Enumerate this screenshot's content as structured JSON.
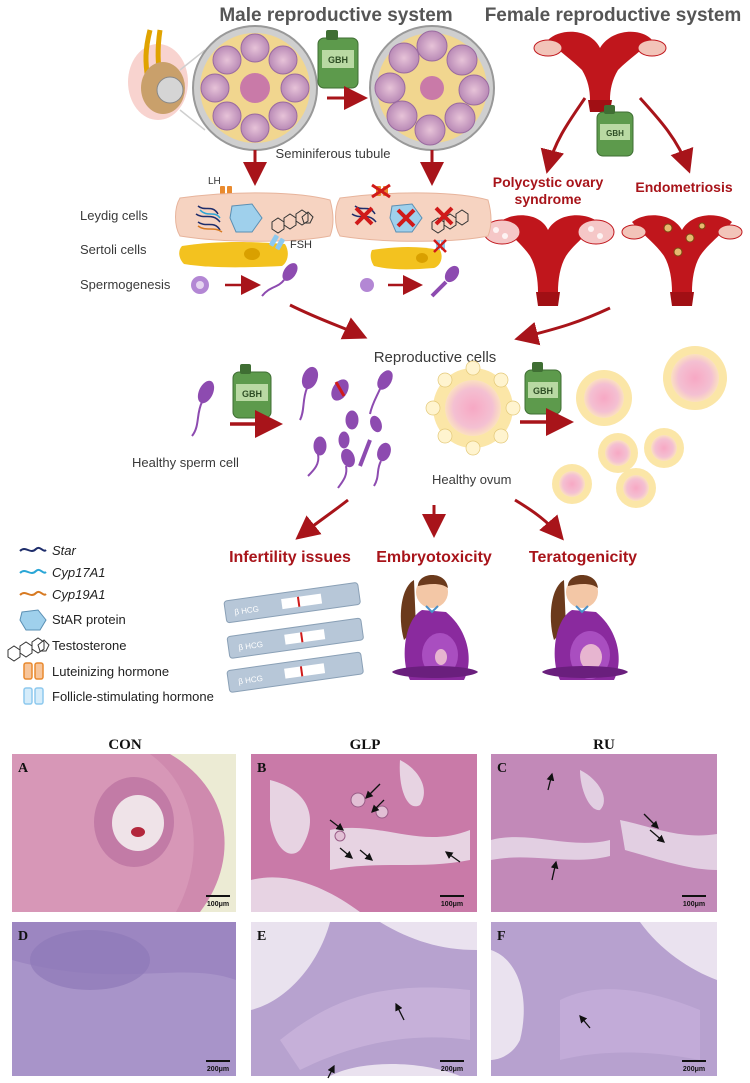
{
  "top": {
    "male_title": "Male reproductive system",
    "female_title": "Female reproductive system",
    "seminiferous": "Seminiferous tubule",
    "lh": "LH",
    "fsh": "FSH",
    "leydig": "Leydig cells",
    "sertoli": "Sertoli cells",
    "spermogenesis": "Spermogenesis",
    "pcos_line1": "Polycystic ovary",
    "pcos_line2": "syndrome",
    "endometriosis": "Endometriosis",
    "gbh": "GBH",
    "reproductive_cells": "Reproductive cells",
    "healthy_sperm": "Healthy sperm cell",
    "healthy_ovum": "Healthy ovum",
    "infertility": "Infertility issues",
    "embryotoxicity": "Embryotoxicity",
    "teratogenicity": "Teratogenicity",
    "hcg": "β HCG"
  },
  "legend": [
    {
      "label": "Star",
      "italic": true,
      "color": "#1e2d6b"
    },
    {
      "label": "Cyp17A1",
      "italic": true,
      "color": "#2aa6d6"
    },
    {
      "label": "Cyp19A1",
      "italic": true,
      "color": "#d77a22"
    },
    {
      "label": "StAR protein",
      "italic": false,
      "color": "#9fd0ec"
    },
    {
      "label": "Testosterone",
      "italic": false,
      "color": "#333333"
    },
    {
      "label": "Luteinizing hormone",
      "italic": false,
      "color": "#e98a2f"
    },
    {
      "label": "Follicle-stimulating hormone",
      "italic": false,
      "color": "#8ec9ee"
    }
  ],
  "micro": {
    "col_con": "CON",
    "col_glp": "GLP",
    "col_ru": "RU",
    "panels": [
      {
        "letter": "A",
        "scale": "100μm"
      },
      {
        "letter": "B",
        "scale": "100μm"
      },
      {
        "letter": "C",
        "scale": "100μm"
      },
      {
        "letter": "D",
        "scale": "200μm"
      },
      {
        "letter": "E",
        "scale": "200μm"
      },
      {
        "letter": "F",
        "scale": "200μm"
      }
    ]
  },
  "colors": {
    "dark_red": "#a8141a",
    "title_gray": "#555555",
    "label_gray": "#3a3a3a",
    "gbh_green": "#5d9a4c",
    "sperm_purple": "#8d4bb0",
    "histo_pink": "#c98fbf"
  }
}
